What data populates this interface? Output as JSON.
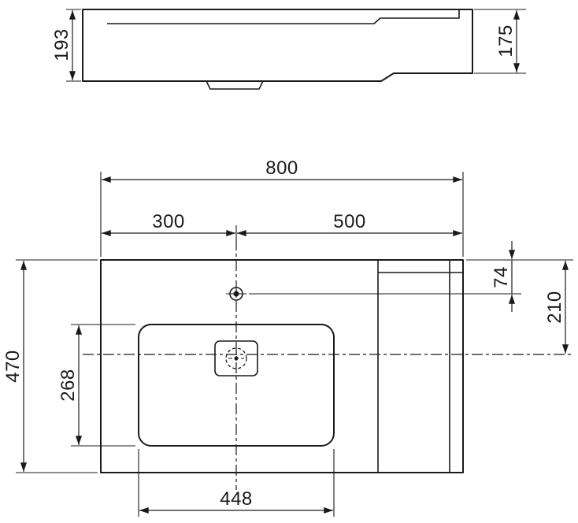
{
  "drawing": {
    "type": "technical-dimension-drawing",
    "subject": "washbasin two-view drawing (side elevation and plan view)",
    "colors": {
      "line": "#1a1a1a",
      "background": "#ffffff"
    },
    "side_view": {
      "height_front": "193",
      "height_back": "175"
    },
    "plan_view": {
      "overall_width": "800",
      "tap_offset_left": "300",
      "tap_offset_right": "500",
      "hole_from_back": "74",
      "center_from_back": "210",
      "overall_depth": "470",
      "bowl_depth": "268",
      "bowl_width": "448"
    }
  }
}
